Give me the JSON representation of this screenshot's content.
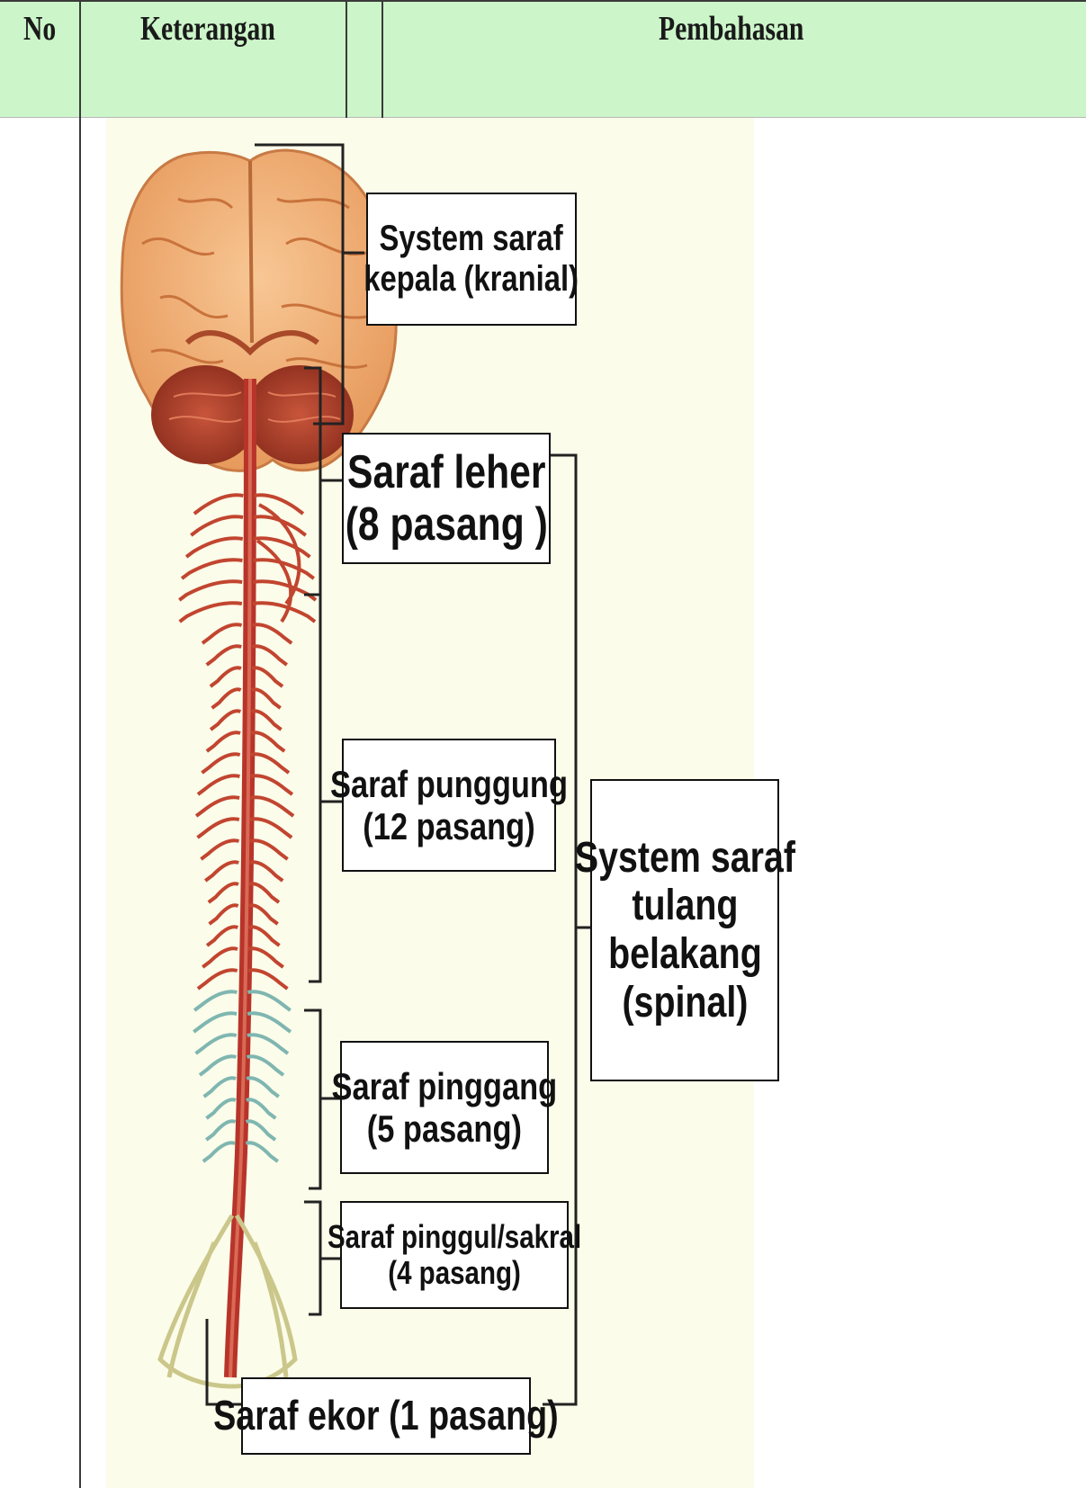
{
  "header": {
    "col_no": "No",
    "col_keterangan": "Keterangan",
    "col_pembahasan": "Pembahasan"
  },
  "labels": {
    "kranial": [
      "System saraf",
      "kepala (kranial)"
    ],
    "leher": [
      "Saraf leher",
      "(8 pasang )"
    ],
    "punggung": [
      "Saraf punggung",
      "(12 pasang)"
    ],
    "pinggang": [
      "Saraf pinggang",
      "(5 pasang)"
    ],
    "sakral": [
      "Saraf pinggul/sakral",
      "(4 pasang)"
    ],
    "ekor": [
      "Saraf ekor (1 pasang)"
    ],
    "spinal": [
      "System saraf",
      "tulang",
      "belakang",
      "(spinal)"
    ]
  },
  "colors": {
    "header_bg": "#ccf5c9",
    "brain": "#f4b77f",
    "nerve": "#c2452f",
    "lumbar_nerve": "#7fb6b0",
    "sacral_nerve": "#cbc78a"
  }
}
